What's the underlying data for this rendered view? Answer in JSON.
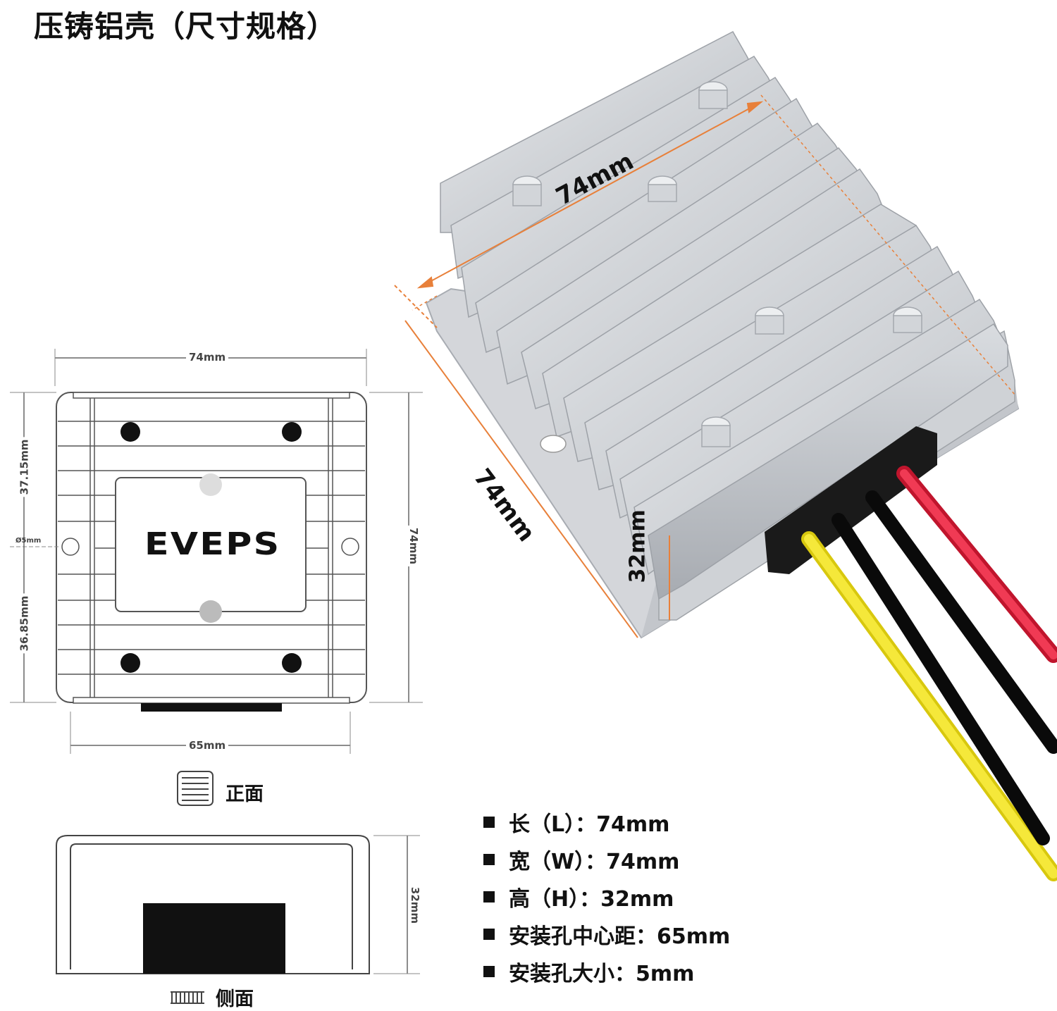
{
  "title": "压铸铝壳（尺寸规格）",
  "front_view": {
    "width_label": "74mm",
    "bottom_label": "65mm",
    "left_top_label": "37.15mm",
    "left_bottom_label": "36.85mm",
    "hole_label": "Ø5mm",
    "right_label": "74mm",
    "brand": "EVEPS",
    "caption": "正面"
  },
  "side_view": {
    "height_label": "32mm",
    "caption": "侧面"
  },
  "photo": {
    "length_label": "74mm",
    "width_label": "74mm",
    "height_label": "32mm",
    "wire_colors": [
      "#f0e020",
      "#111111",
      "#111111",
      "#e8203a"
    ],
    "body_color": "#c9ccd0"
  },
  "specs": [
    "长（L）：74mm",
    "宽（W）：74mm",
    "高（H）：32mm",
    "安装孔中心距：65mm",
    "安装孔大小：5mm"
  ]
}
